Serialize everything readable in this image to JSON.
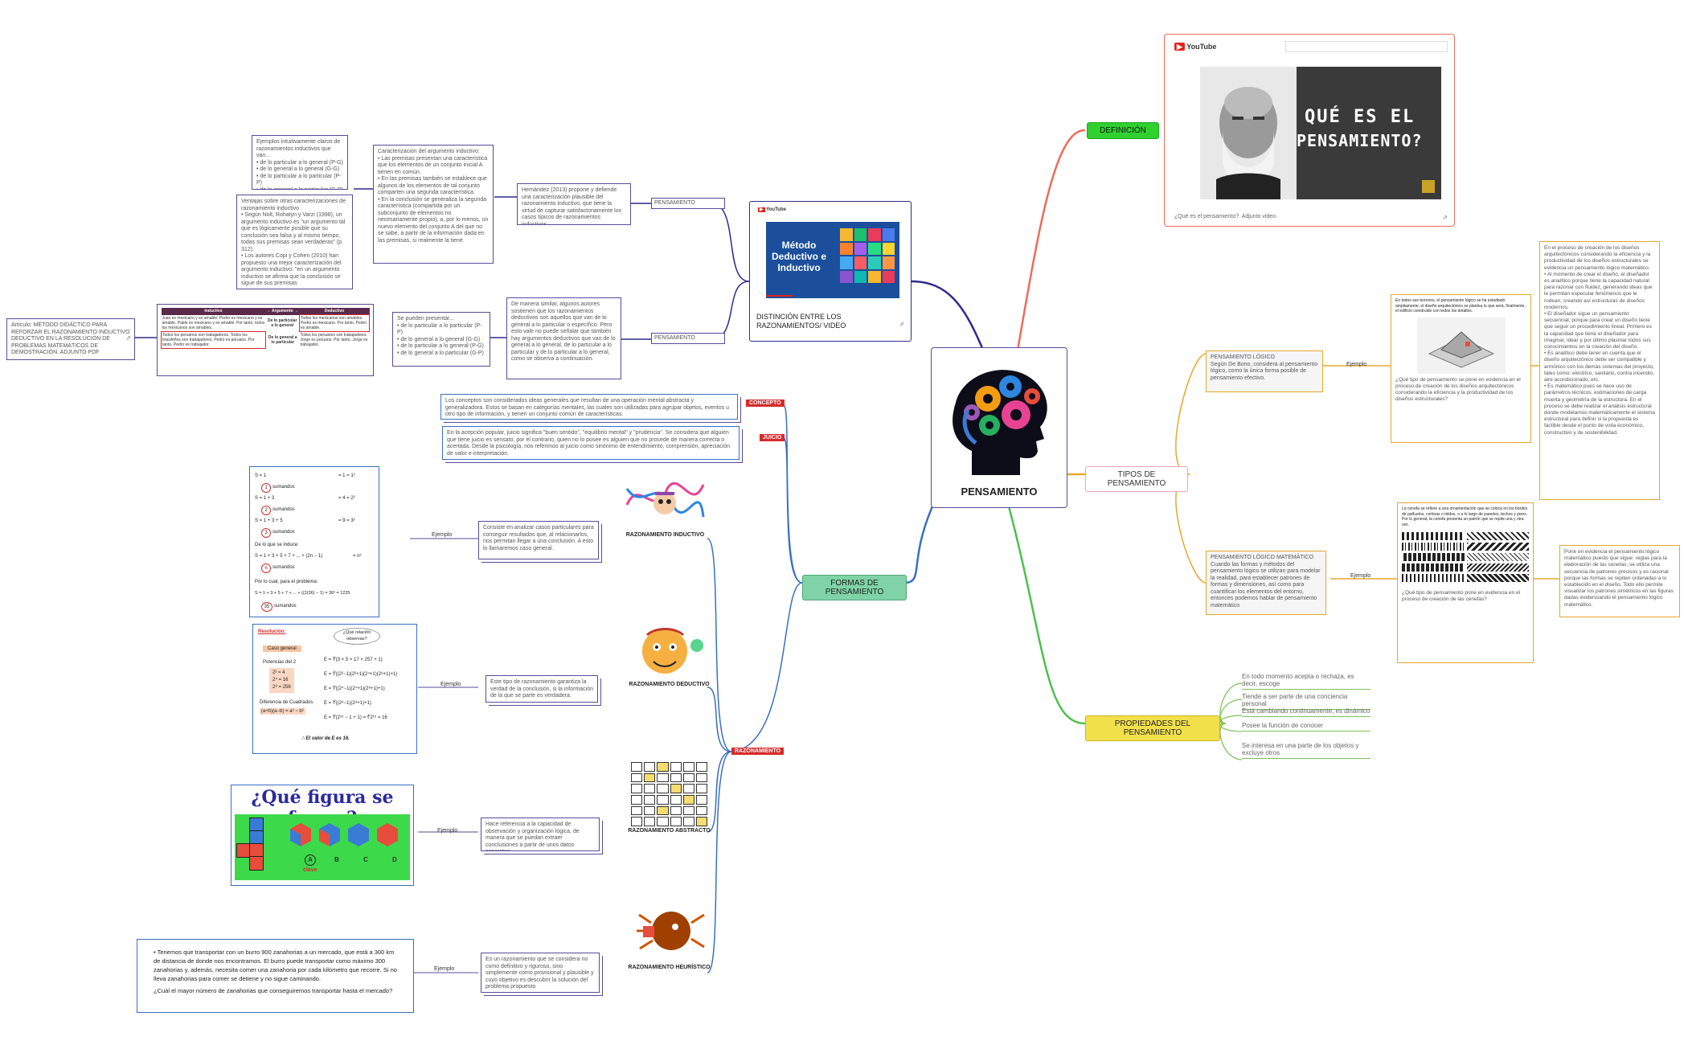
{
  "central": {
    "title": "PENSAMIENTO"
  },
  "branches": {
    "definicion": {
      "label": "DEFINICIÓN",
      "color": "#2ed12e"
    },
    "tipos": {
      "label": "TIPOS DE PENSAMIENTO"
    },
    "propiedades": {
      "label": "PROPIEDADES DEL PENSAMIENTO",
      "color": "#f2e04a"
    },
    "formas": {
      "label": "FORMAS DE PENSAMIENTO",
      "color": "#7fd3a6"
    }
  },
  "video_def": {
    "brand": "YouTube",
    "title_line1": "QUÉ ES EL",
    "title_line2": "PENSAMIENTO?",
    "caption": "¿Qué es el pensamiento?. Adjunto video"
  },
  "video_dist": {
    "brand": "YouTube",
    "thumb_title": "Método Deductivo e Inductivo",
    "caption": "DISTINCIÓN ENTRE LOS RAZONAMIENTOS/ VIDEO"
  },
  "deductivo_tree": {
    "ded_label": "PENSAMIENTO DEDUCTIVO",
    "ind_label": "PENSAMIENTO INDUCTIVO",
    "ded_text": "Hernández (2013) propone y defiende una caracterización plausible del razonamiento inductivo, que tiene la virtud de capturar satisfactoriamente los casos típicos de razonamientos inductivos",
    "ind_text": "De manera similar, algunos autores sostienen que los razonamientos deductivos son aquellos que van de lo general a lo particular o específico. Pero esto vale no puede señalar que también hay argumentos deductivos que van de lo general a lo general, de lo particular a lo particular y de lo particular a lo general, como se observa a continuación.",
    "caract": "Caracterización del argumento inductivo:\n• Las premisas presentan una característica que los elementos de un conjunto inicial A tienen en común.\n• En las premisas también se establece que algunos de los elementos de tal conjunto comparten una segunda característica.\n• En la conclusión se generaliza la segunda característica (compartida por un subconjunto de elementos no necesariamente propio), a, por lo menos, un nuevo elemento del conjunto A del que no se sabe, a partir de la información dada en las premisas, si realmente la tiene.",
    "ejemplos": "Ejemplos intuitivamente claros de razonamientos inductivos que van...\n• de lo particular a lo general (P-G)\n• de lo general a lo general (G-G)\n• de lo particular a lo particular (P-P)\n• de lo general a lo particular (G-P)",
    "ventajas": "Ventajas sobre otras caracterizaciones de razonamiento inductivo\n• Según Nolt, Rohatyn y Varzi (1998), un argumento inductivo es \"un argumento tal que es lógicamente posible que su conclusión sea falsa y al mismo tiempo, todas sus premisas sean verdaderas\" (p. 312).\n• Los autores Copi y Cohen (2010) han propuesto una mejor caracterización del argumento inductivo: \"en un argumento inductivo se afirma que la conclusión se sigue de sus premisas",
    "se_pueden": "Se pueden presentar...\n• de lo particular a lo particular (P-P)\n• de lo general a lo general (G-G)\n• de lo particular a lo general (P-G)\n• de lo general a lo particular (G-P)",
    "articulo": "Artículo: MÉTODO DIDÁCTICO PARA REFORZAR EL RAZONAMIENTO INDUCTIVO DEDUCTIVO EN LA RESOLUCIÓN DE PROBLEMAS MATEMÁTICOS DE DEMOSTRACIÓN. ADJUNTO PDF",
    "table_headers": [
      "Inductivo",
      "← Argumento →",
      "Deductivo"
    ],
    "table_rows": [
      [
        "Juan es mexicano y es amable. Pedro es mexicano y es amable. Pablo es mexicano y es amable. Por tanto, todos los mexicanos son amables.",
        "De lo particular a lo general",
        "Todos los mexicanos son amables. Pedro es mexicano. Por tanto, Pedro es amable."
      ],
      [
        "Todos los peruanos son trabajadores. Todos los brasileños son trabajadores. Pedro es peruano. Por tanto, Pedro es trabajador.",
        "De lo general a lo particular",
        "Todos los peruanos son trabajadores. Jorge es peruano. Por tanto, Jorge es trabajador."
      ]
    ]
  },
  "formas": {
    "concepto_tag": "CONCEPTO",
    "concepto_text": "Los conceptos son considerados ideas generales que resultan de una operación mental abstracta y generalizadora. Estos se basan en categorías mentales, las cuales son utilizadas para agrupar objetos, eventos u otro tipo de información, y tienen un conjunto común de características.",
    "juicio_tag": "JUICIO",
    "juicio_text": "En la acepción popular, juicio significa \"buen sentido\", \"equilibrio mental\" y \"prudencia\". Se considera que alguien que tiene juicio es sensato, por el contrario, quien no lo posee es alguien que no procede de manera correcta o acertada. Desde la psicología, nos referimos al juicio como sinónimo de entendimiento, comprensión, apreciación de valor e interpretación.",
    "razonamiento_tag": "RAZONAMIENTO",
    "inductivo_label": "RAZONAMIENTO INDUCTIVO",
    "inductivo_text": "Consiste en analizar casos particulares para conseguir resultados que, al relacionarlos, nos permitan llegar a una conclusión. A esto lo llamaremos caso general.",
    "deductivo_label": "RAZONAMIENTO DEDUCTIVO",
    "deductivo_text": "Este tipo de razonamiento garantiza la verdad de la conclusión, si la información de la que se parte es verdadera.",
    "abstracto_label": "RAZONAMIENTO ABSTRACTO",
    "abstracto_text": "Hace referencia a la capacidad de observación y organización lógica, de manera que se puedan extraer conclusiones a partir de unos datos concretos",
    "heuristico_label": "RAZONAMIENTO HEURÍSTICO",
    "heuristico_text": "Es un razonamiento que se considera no como definitivo y riguroso, sino simplemente como provisional y plausible y cuyo objetivo es descubrir la solución del problema propuesto",
    "ejemplo": "Ejemplo"
  },
  "ej_inductivo": {
    "lines": [
      "S = 1",
      "S = 1 + 3",
      "S = 1 + 3 + 5",
      "De lo que se induce:",
      "S = 1 + 3 + 5 + 7 + ... + (2n − 1)",
      "Por lo cual, para el problema:",
      "S = 1 + 3 + 5 + 7 + ... + ((2(36) − 1) = 36² = 1225"
    ],
    "sumandos": [
      "1",
      "2",
      "3",
      "n",
      "35"
    ],
    "sumandos_word": "sumandos",
    "powers": [
      "= 1 = 1²",
      "= 4 = 2²",
      "= 9 = 3²",
      "= n²",
      "36²"
    ]
  },
  "ej_deductivo": {
    "resolucion": "Resolución:",
    "bubble": "¿Qué relación observas?",
    "caso": "Caso general",
    "potencias": "Potencias del 2",
    "pot_lines": [
      "2² = 4",
      "2⁴ = 16",
      "2⁸ = 256"
    ],
    "diferencia": "Diferencia de Cuadrados",
    "formula": "(a+b)(a−b) = a² − b²",
    "eqs": [
      "E = ∜(3 × 5 × 17 × 257 + 1)",
      "E = ∜((2²−1)(2²+1)(2⁴+1)(2⁸+1)+1)",
      "E = ∜((2⁴−1)(2⁴+1)(2⁸+1)+1)",
      "E = ∜((2⁸−1)(2⁸+1)+1)",
      "E = ∜(2¹⁶ − 1 + 1) = ∜2¹⁶ = 16"
    ],
    "result": "∴ El valor de E es 16."
  },
  "ej_abstracto": {
    "title": "¿Qué figura se forma?",
    "options": [
      "A",
      "B",
      "C",
      "D"
    ],
    "clave": "clave"
  },
  "ej_heuristico": {
    "problem": "• Tenemos que transportar con un burro 900 zanahorias a un mercado, que está a 300 km de distancia de donde nos encontramos. El burro puede transportar como máximo 300 zanahorias y, además, necesita comer una zanahoria por cada kilómetro que recorre. Si no lleva zanahorias para comer se detiene y no sigue caminando.",
    "question": "¿Cuál el mayor número de zanahorias que conseguiremos transportar hasta el mercado?"
  },
  "tipos": {
    "logico_text": "PENSAMIENTO LÓGICO\nSegún De Bono, considera al pensamiento lógico, como la única forma posible de pensamiento efectivo.",
    "matematico_text": "PENSAMIENTO LÓGICO MATEMÁTICO\nCuando las formas y métodos del pensamiento lógico se utilizan para modelar la realidad, para establecer patrones de formas y dimensiones, así como para cuantificar los elementos del entorno, entonces podemos hablar de pensamiento matemático",
    "ejemplo": "Ejemplo",
    "ex1_text": "En todos sus terrenos, el pensamiento lógico se ha estudiado ampliamente; el diseño arquitectónico se plantea lo que será, finalmente, el edificio construido con todos los detalles.",
    "ex1_question": "¿Qué tipo de pensamiento se pone en evidencia en el proceso de creación de los diseños arquitectónicos considerando la eficiencia y la productividad de los diseños estructurales?",
    "ex1_answer": "En el proceso de creación de los diseños arquitectónicos considerando la eficiencia y la productividad de los diseños estructurales se evidencia un pensamiento lógico matemático.\n• Al momento de crear el diseño, el diseñador es analítico porque tiene la capacidad natural para razonar con fluidez, generando ideas que le permitan especular fenómenos que le rodean, creando así estructuras de diseños modernos.\n• El diseñador sigue un pensamiento secuencial, porque para crear un diseño tiene que seguir un procedimiento lineal. Primero es la capacidad que tiene el diseñador para imaginar, idear y por último plasmar todos sus conocimientos en la creación del diseño.\n• Es analítico debe tener en cuenta que el diseño arquitectónico debe ser compatible y armónico con los demás sistemas del proyecto, tales como: eléctrico, sanitario, contra incendio, aire acondicionado, etc.\n• Es matemático pues se hace uso de parámetros técnicos, estimaciones de carga muerta y geometría de la estructura. En el proceso se debe realizar el análisis estructural donde modelamos matemáticamente el sistema estructural para definir si la propuesta es factible desde el punto de vista económico, constructivo y de sostenibilidad.",
    "ex2_text": "La cenefa se refiere a una ornamentación que se coloca en los bordes de pañuelos, cortinas o toldos, o a lo largo de paredes, techos y pisos. Por lo general, la cenefa presenta un patrón que se repite una y otra vez.",
    "ex2_question": "¿Qué tipo de pensamiento pone en evidencia en el proceso de creación de las cenefas?",
    "ex2_answer": "Pone en evidencia el pensamiento lógico matemático puesto que sigue: reglas para la elaboración de las cenefas, se utiliza una secuencia de patrones precisos y es racional porque las formas se repiten ordenadas a lo establecido en el diseño. Todo ello permite visualizar los patrones simétricos en las figuras dadas evidenciando el pensamiento lógico matemático."
  },
  "propiedades": [
    "En todo momento acepta o rechaza, es decir, escoge",
    "Tiende a ser parte de una conciencia personal",
    "Está cambiando continuamente, es dinámico",
    "Posee la función de conocer",
    "Se interesa en una parte de los objetos y excluye otros"
  ],
  "colors": {
    "def_branch": "#f06a5a",
    "tipos_branch": "#e8a82a",
    "prop_branch": "#4cc14c",
    "formas_branch": "#3a6fc4",
    "dist_branch": "#2c2c8c",
    "node_border": "#5a4a9a",
    "tag_red": "#d62b2b"
  },
  "icons": {
    "brain": "head-gears-icon",
    "external": "external-link-icon",
    "youtube": "youtube-logo-icon"
  }
}
